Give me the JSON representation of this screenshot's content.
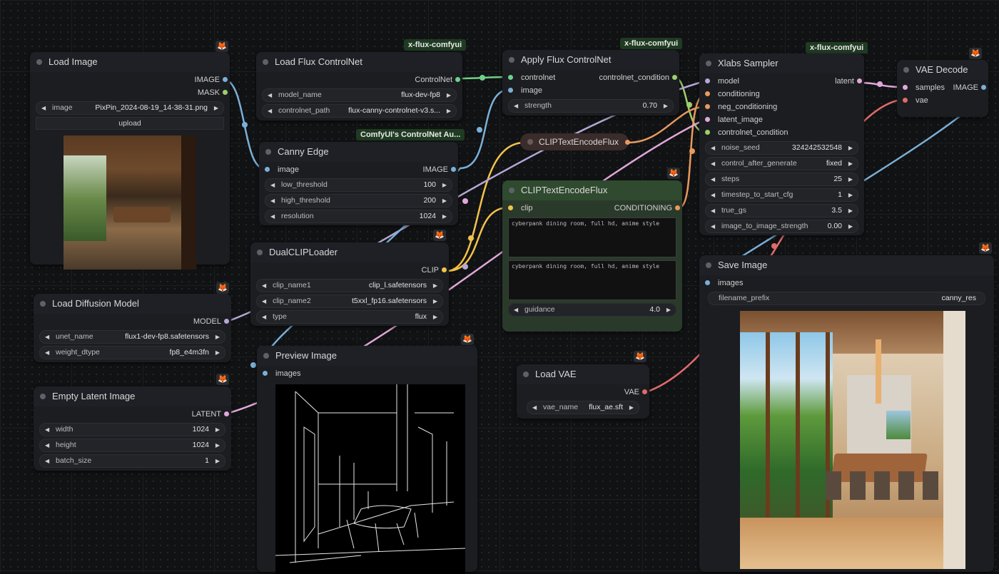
{
  "tags": {
    "comfy_cn_aux": "ComfyUI's ControlNet Au...",
    "xflux_1": "x-flux-comfyui",
    "xflux_2": "x-flux-comfyui",
    "xflux_3": "x-flux-comfyui"
  },
  "fox_icon": "🦊",
  "load_image": {
    "title": "Load Image",
    "out1": "IMAGE",
    "out2": "MASK",
    "image_label": "image",
    "image_value": "PixPin_2024-08-19_14-38-31.png",
    "upload": "upload"
  },
  "load_flux_cn": {
    "title": "Load Flux ControlNet",
    "out": "ControlNet",
    "w1_label": "model_name",
    "w1_value": "flux-dev-fp8",
    "w2_label": "controlnet_path",
    "w2_value": "flux-canny-controlnet-v3.s..."
  },
  "apply_flux_cn": {
    "title": "Apply Flux ControlNet",
    "in1": "controlnet",
    "in2": "image",
    "out": "controlnet_condition",
    "w1_label": "strength",
    "w1_value": "0.70"
  },
  "xlabs": {
    "title": "Xlabs Sampler",
    "in1": "model",
    "in2": "conditioning",
    "in3": "neg_conditioning",
    "in4": "latent_image",
    "in5": "controlnet_condition",
    "out": "latent",
    "widgets": [
      {
        "label": "noise_seed",
        "value": "324242532548"
      },
      {
        "label": "control_after_generate",
        "value": "fixed"
      },
      {
        "label": "steps",
        "value": "25"
      },
      {
        "label": "timestep_to_start_cfg",
        "value": "1"
      },
      {
        "label": "true_gs",
        "value": "3.5"
      },
      {
        "label": "image_to_image_strength",
        "value": "0.00"
      }
    ]
  },
  "vae_decode": {
    "title": "VAE Decode",
    "in1": "samples",
    "in2": "vae",
    "out": "IMAGE"
  },
  "canny": {
    "title": "Canny Edge",
    "in": "image",
    "out": "IMAGE",
    "w1_label": "low_threshold",
    "w1_value": "100",
    "w2_label": "high_threshold",
    "w2_value": "200",
    "w3_label": "resolution",
    "w3_value": "1024"
  },
  "clip_collapsed": {
    "title": "CLIPTextEncodeFlux"
  },
  "clip_encode": {
    "title": "CLIPTextEncodeFlux",
    "in": "clip",
    "out": "CONDITIONING",
    "text1": "cyberpank dining room, full hd, anime style",
    "text2": "cyberpank dining room, full hd, anime style",
    "w_label": "guidance",
    "w_value": "4.0"
  },
  "dual_clip": {
    "title": "DualCLIPLoader",
    "out": "CLIP",
    "w1_label": "clip_name1",
    "w1_value": "clip_l.safetensors",
    "w2_label": "clip_name2",
    "w2_value": "t5xxl_fp16.safetensors",
    "w3_label": "type",
    "w3_value": "flux"
  },
  "load_diffusion": {
    "title": "Load Diffusion Model",
    "out": "MODEL",
    "w1_label": "unet_name",
    "w1_value": "flux1-dev-fp8.safetensors",
    "w2_label": "weight_dtype",
    "w2_value": "fp8_e4m3fn"
  },
  "empty_latent": {
    "title": "Empty Latent Image",
    "out": "LATENT",
    "w1_label": "width",
    "w1_value": "1024",
    "w2_label": "height",
    "w2_value": "1024",
    "w3_label": "batch_size",
    "w3_value": "1"
  },
  "preview": {
    "title": "Preview Image",
    "in": "images"
  },
  "load_vae": {
    "title": "Load VAE",
    "out": "VAE",
    "w1_label": "vae_name",
    "w1_value": "flux_ae.sft"
  },
  "save_image": {
    "title": "Save Image",
    "in": "images",
    "w1_label": "filename_prefix",
    "w1_value": "canny_res"
  },
  "colors": {
    "image": "#7ab0d8",
    "mask": "#9ecf6a",
    "controlnet": "#6fd08a",
    "conditioning": "#e89a5e",
    "latent": "#e0a8d8",
    "vae": "#e06b6b",
    "clip": "#f2c24b",
    "model": "#b5a7d6",
    "clip_node_bg": "#2a3a2a"
  }
}
